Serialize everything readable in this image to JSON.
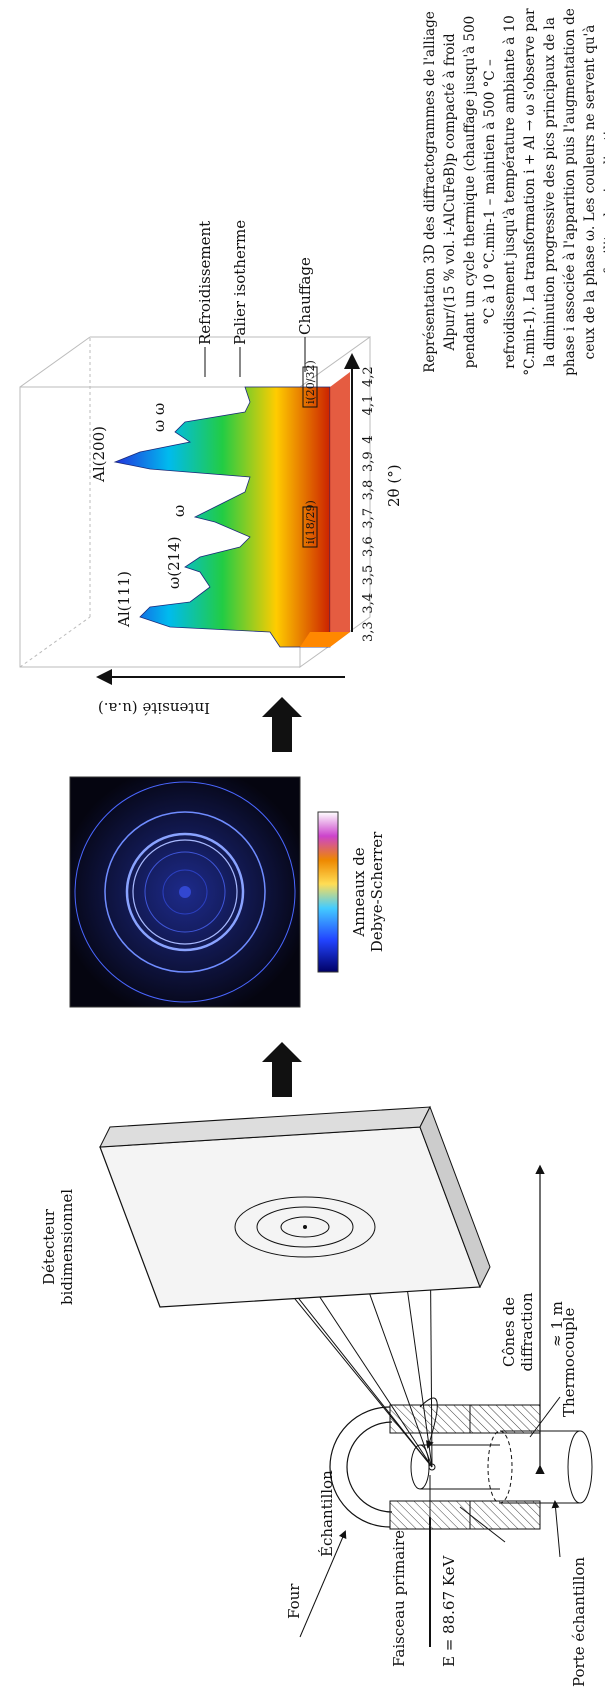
{
  "left_panel": {
    "four": "Four",
    "faisceau": "Faisceau primaire",
    "energy": "E = 88.67 KeV",
    "echantillon": "Échantillon",
    "porte": "Porte échantillon",
    "thermocouple": "Thermocouple",
    "cones_line1": "Cônes de",
    "cones_line2": "diffraction",
    "detecteur_line1": "Détecteur",
    "detecteur_line2": "bidimensionnel",
    "distance": "≈ 1 m"
  },
  "middle_panel": {
    "anneaux_line1": "Anneaux de",
    "anneaux_line2": "Debye-Scherrer"
  },
  "plot3d": {
    "ylabel": "Intensité (u.a.)",
    "xlabel": "2θ (°)",
    "x_ticks": [
      "3,3",
      "3,4",
      "3,5",
      "3,6",
      "3,7",
      "3,8",
      "3,9",
      "4",
      "4,1",
      "4,2"
    ],
    "peak_labels": {
      "al111": "Al(111)",
      "omega214": "ω(214)",
      "omega": "ω",
      "al200": "Al(200)",
      "omega_omega": "ω ω",
      "i18_29": "i(18/29)",
      "i20_32": "i(20/32)"
    },
    "stage_labels": {
      "refroidissement": "Refroidissement",
      "palier": "Palier isotherme",
      "chauffage": "Chauffage"
    },
    "colors": {
      "low": "#cc2200",
      "mid_low": "#ffcc00",
      "mid": "#22cc44",
      "mid_high": "#00bbee",
      "high": "#2233dd"
    }
  },
  "caption": [
    "Représentation 3D des diffractogrammes de l'alliage Alpur/(15 % vol. i-AlCuFeB)p",
    "compacté à froid pendant un cycle thermique (chauffage jusqu'à 500 °C à 10 °C.min-1 –",
    "maintien à 500 °C – refroidissement jusqu'à température ambiante à 10 °C.min-1). La",
    "transformation i + Al → ω s'observe par la diminution progressive des pics principaux de",
    "la phase i associée à l'apparition puis l'augmentation de ceux de la phase ω. Les couleurs",
    "ne servent qu'à faciliter la visualisation."
  ]
}
